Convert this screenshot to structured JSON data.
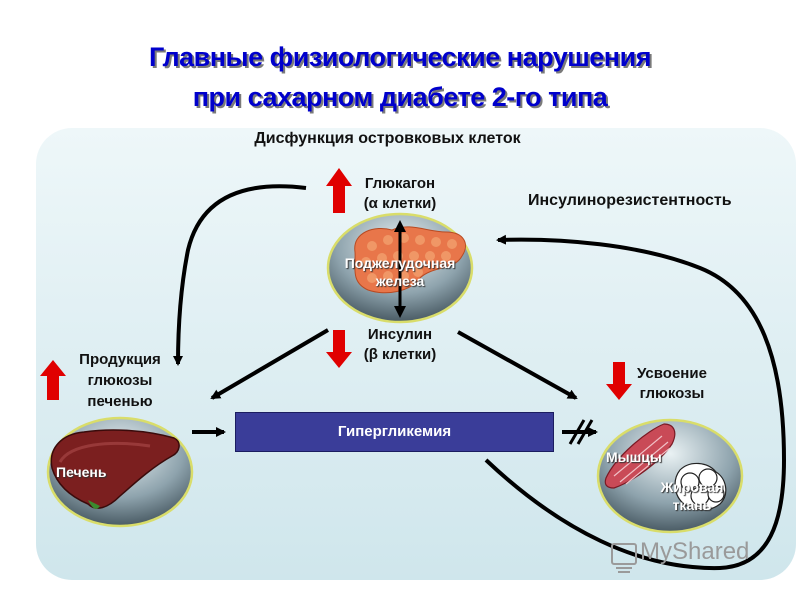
{
  "title": {
    "line1": "Главные физиологические нарушения",
    "line2": "при сахарном диабете 2-го типа"
  },
  "labels": {
    "islet_dysfunction": "Дисфункция островковых клеток",
    "glucagon": [
      "Глюкагон",
      "(α клетки)"
    ],
    "insulin_resistance": "Инсулинорезистентность",
    "pancreas": [
      "Поджелудочная",
      "железа"
    ],
    "insulin": [
      "Инсулин",
      "(β клетки)"
    ],
    "liver_production": [
      "Продукция",
      "глюкозы",
      "печенью"
    ],
    "glucose_uptake": [
      "Усвоение",
      "глюкозы"
    ],
    "hyperglycemia": "Гипергликемия",
    "liver": "Печень",
    "muscles": "Мышцы",
    "adipose": [
      "Жировая",
      "ткань"
    ]
  },
  "watermark": "MyShared",
  "colors": {
    "title": "#0000cc",
    "up_arrow": "#e00000",
    "down_arrow": "#e00000",
    "bar": "#3a3d99",
    "panel": "#dbeef3"
  }
}
